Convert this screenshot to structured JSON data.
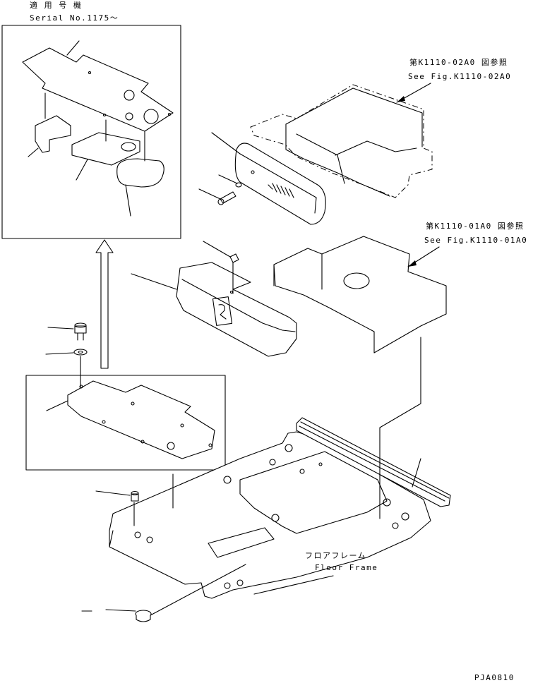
{
  "header": {
    "applicable_models_jp": "適 用 号 機",
    "serial_label": "Serial No.1175～"
  },
  "references": {
    "ref_k1110_02a0_jp": "第K1110-02A0 図参照",
    "ref_k1110_02a0_en": "See Fig.K1110-02A0",
    "ref_k1110_01a0_jp": "第K1110-01A0 図参照",
    "ref_k1110_01a0_en": "See Fig.K1110-01A0"
  },
  "labels": {
    "floor_frame_jp": "フロアフレーム",
    "floor_frame_en": "Floor Frame"
  },
  "footer": {
    "figure_code": "PJA0810"
  }
}
